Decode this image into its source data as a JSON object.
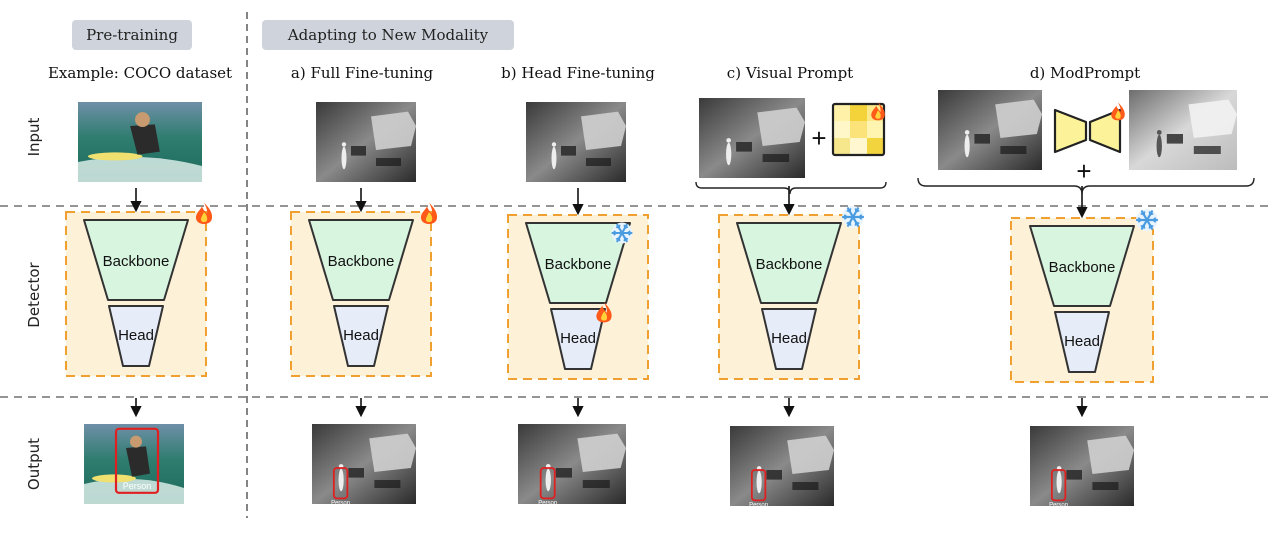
{
  "sections": {
    "pretraining": "Pre-training",
    "adapting": "Adapting to New Modality"
  },
  "rows": {
    "input": "Input",
    "detector": "Detector",
    "output": "Output"
  },
  "columns": [
    {
      "id": "pretrain",
      "title": "Example: COCO dataset",
      "image": "rgb",
      "backbone_state": "trainable",
      "head_state": "trainable"
    },
    {
      "id": "full",
      "title": "a) Full Fine-tuning",
      "image": "thermal",
      "backbone_state": "trainable",
      "head_state": "trainable"
    },
    {
      "id": "head",
      "title": "b) Head Fine-tuning",
      "image": "thermal",
      "backbone_state": "frozen",
      "head_state": "trainable"
    },
    {
      "id": "visual",
      "title": "c) Visual Prompt",
      "image": "thermal",
      "backbone_state": "frozen",
      "head_state": "frozen"
    },
    {
      "id": "modprompt",
      "title": "d) ModPrompt",
      "image": "thermal",
      "backbone_state": "frozen",
      "head_state": "frozen"
    }
  ],
  "detector": {
    "backbone_label": "Backbone",
    "head_label": "Head"
  },
  "detection_label": "Person",
  "icons": {
    "trainable": "fire-icon",
    "frozen": "snowflake-icon",
    "plus": "plus-icon"
  },
  "colors": {
    "detector_bg": "#fdf1d7",
    "detector_border": "#f0a030",
    "backbone_fill": "#d8f5df",
    "head_fill": "#e6ecf8",
    "section_bg": "#cfd4dc",
    "bbox": "#e02020",
    "fire": "#ff5a1a",
    "snow": "#4a9be0"
  }
}
